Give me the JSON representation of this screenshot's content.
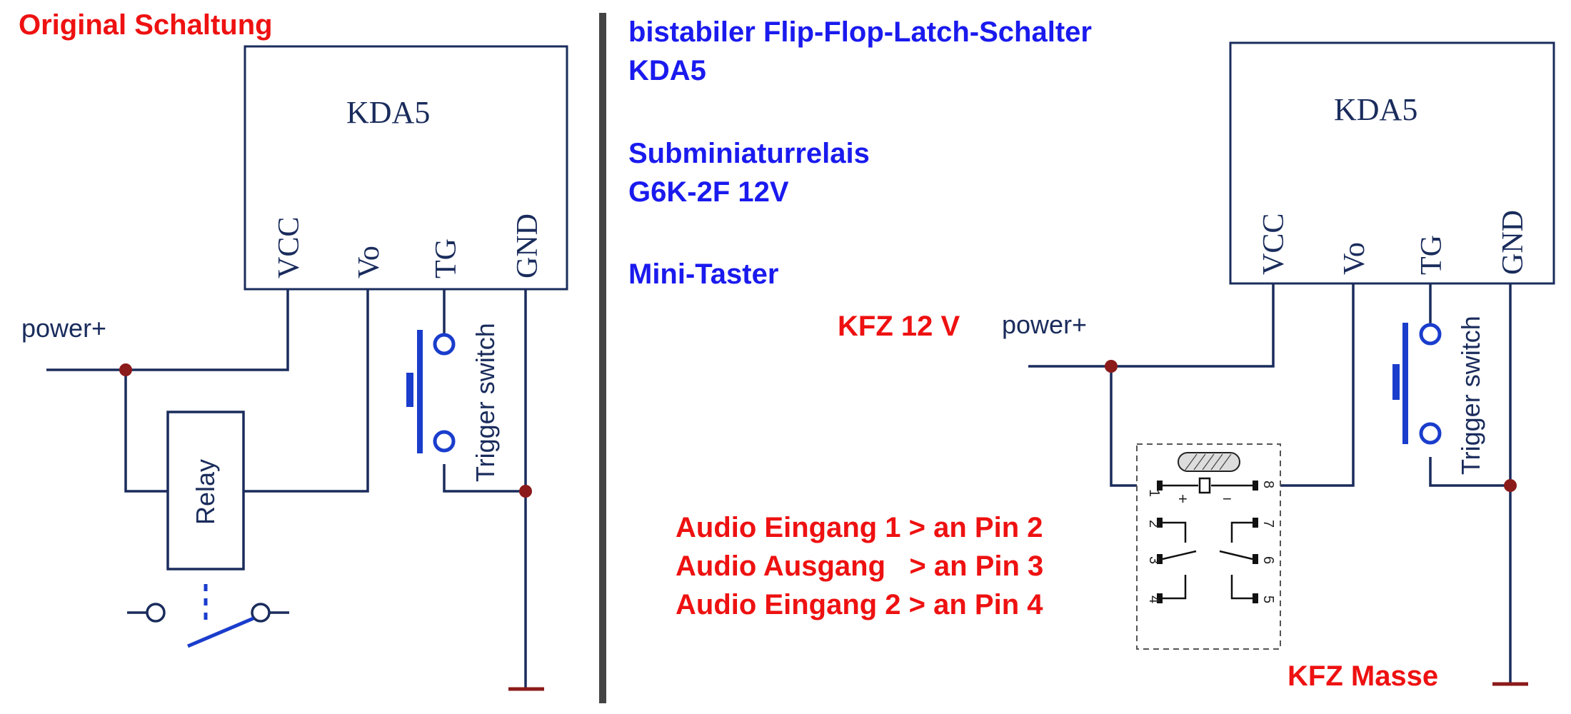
{
  "left": {
    "title": "Original Schaltung",
    "chip_name": "KDA5",
    "pins": {
      "vcc": "VCC",
      "vo": "Vo",
      "tg": "TG",
      "gnd": "GND"
    },
    "power_label": "power+",
    "relay_label": "Relay",
    "trigger_label": "Trigger switch"
  },
  "right": {
    "desc_line1": "bistabiler Flip-Flop-Latch-Schalter",
    "desc_line2": "KDA5",
    "desc_line3": "Subminiaturrelais",
    "desc_line4": "G6K-2F 12V",
    "desc_line5": "Mini-Taster",
    "chip_name": "KDA5",
    "pins": {
      "vcc": "VCC",
      "vo": "Vo",
      "tg": "TG",
      "gnd": "GND"
    },
    "kfz_label": "KFZ 12 V",
    "power_label": "power+",
    "trigger_label": "Trigger switch",
    "masse_label": "KFZ Masse",
    "audio_line1": "Audio Eingang 1 > an Pin 2",
    "audio_line2": "Audio Ausgang   > an Pin 3",
    "audio_line3": "Audio Eingang 2 > an Pin 4",
    "relay_pins": {
      "p1": "1",
      "p2": "2",
      "p3": "3",
      "p4": "4",
      "p5": "5",
      "p6": "6",
      "p7": "7",
      "p8": "8"
    },
    "relay_plus": "+",
    "relay_minus": "−"
  },
  "colors": {
    "wire": "#1a2c5c",
    "node": "#8b1a1a",
    "switch_blue": "#1a3dcc",
    "red_text": "#ee1111",
    "blue_text": "#1a1aee",
    "divider": "#444444"
  }
}
